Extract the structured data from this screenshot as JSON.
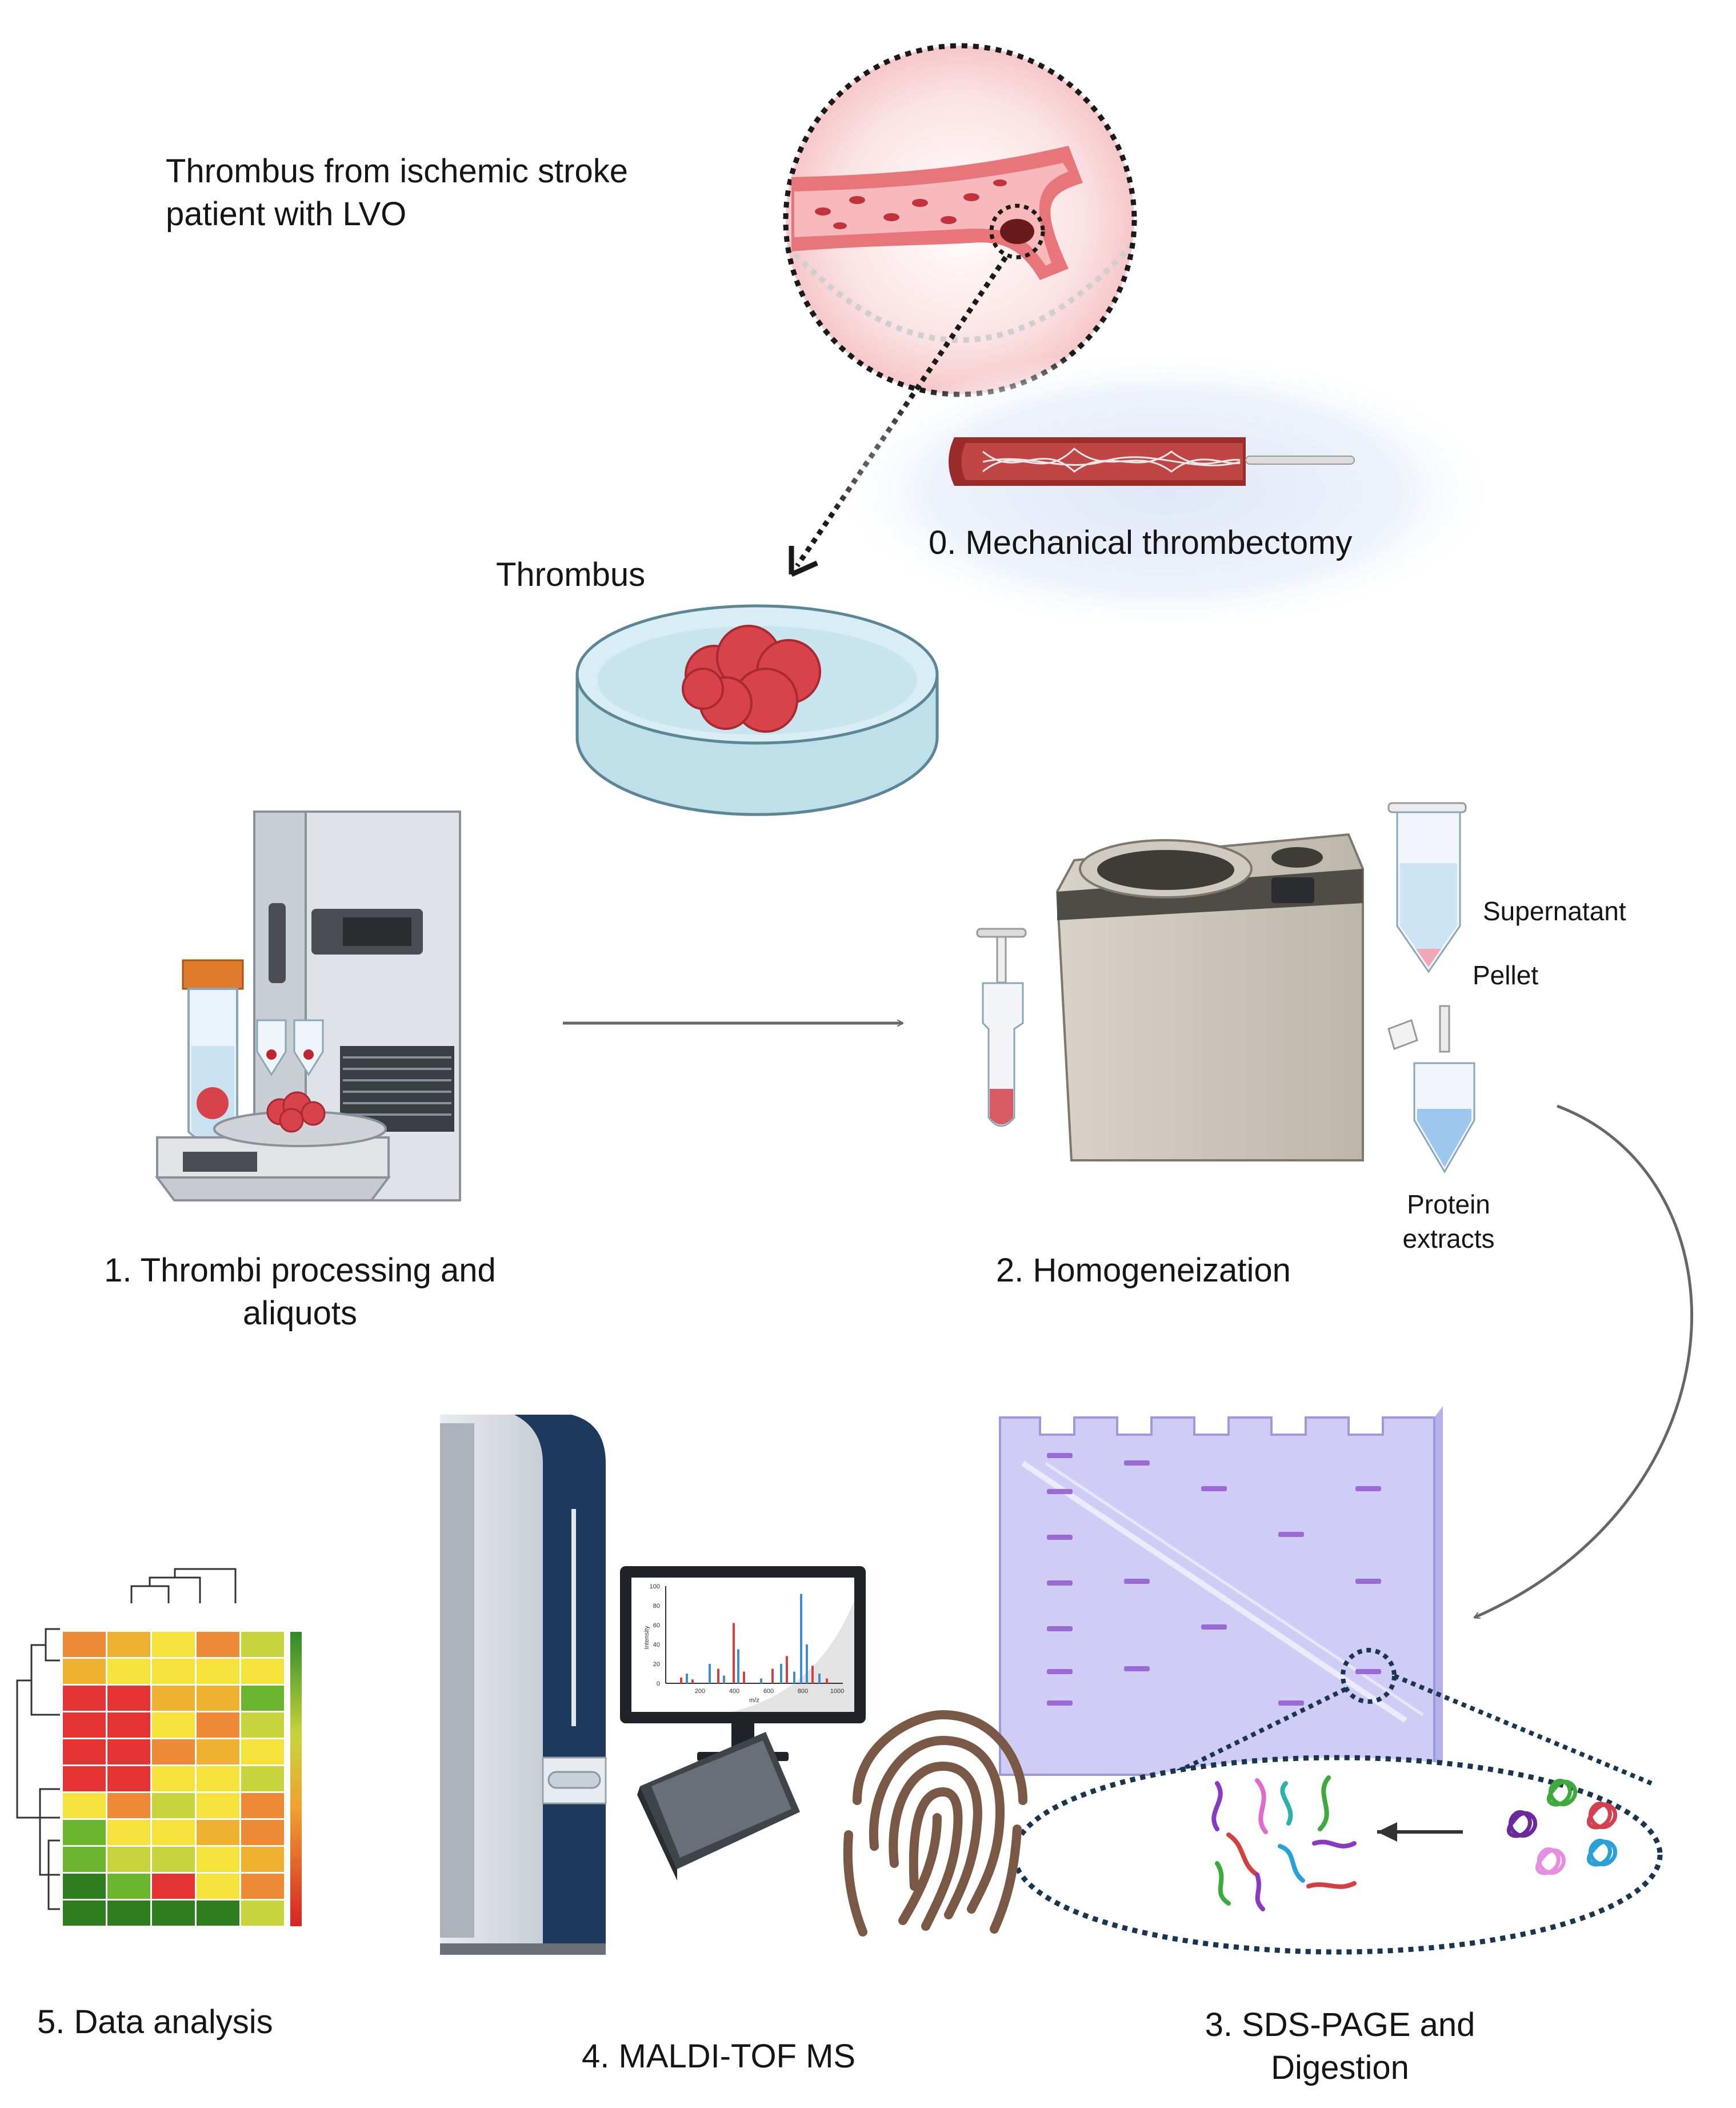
{
  "labels": {
    "origin": "Thrombus from ischemic stroke patient with LVO",
    "step0": "0. Mechanical thrombectomy",
    "thrombus": "Thrombus",
    "step1": "1. Thrombi processing and aliquots",
    "step2": "2. Homogeneization",
    "supernatant": "Supernatant",
    "pellet": "Pellet",
    "protein_extracts": "Protein extracts",
    "step3": "3. SDS-PAGE and Digestion",
    "step4": "4. MALDI-TOF MS",
    "step5": "5. Data analysis"
  },
  "spectrum": {
    "y_axis_label": "Intensity",
    "x_axis_label": "m/z",
    "y_ticks": [
      "0",
      "20",
      "40",
      "60",
      "80",
      "100"
    ],
    "x_ticks": [
      "200",
      "400",
      "600",
      "800",
      "1000"
    ]
  },
  "colors": {
    "vessel": "#d9545c",
    "gel": "#cfcdf5",
    "gel_band": "#9b6ad6",
    "monitor_frame": "#1f2328",
    "fingerprint": "#7a5846",
    "heatmap_high": "#2e7d1f",
    "heatmap_low": "#e63333"
  }
}
